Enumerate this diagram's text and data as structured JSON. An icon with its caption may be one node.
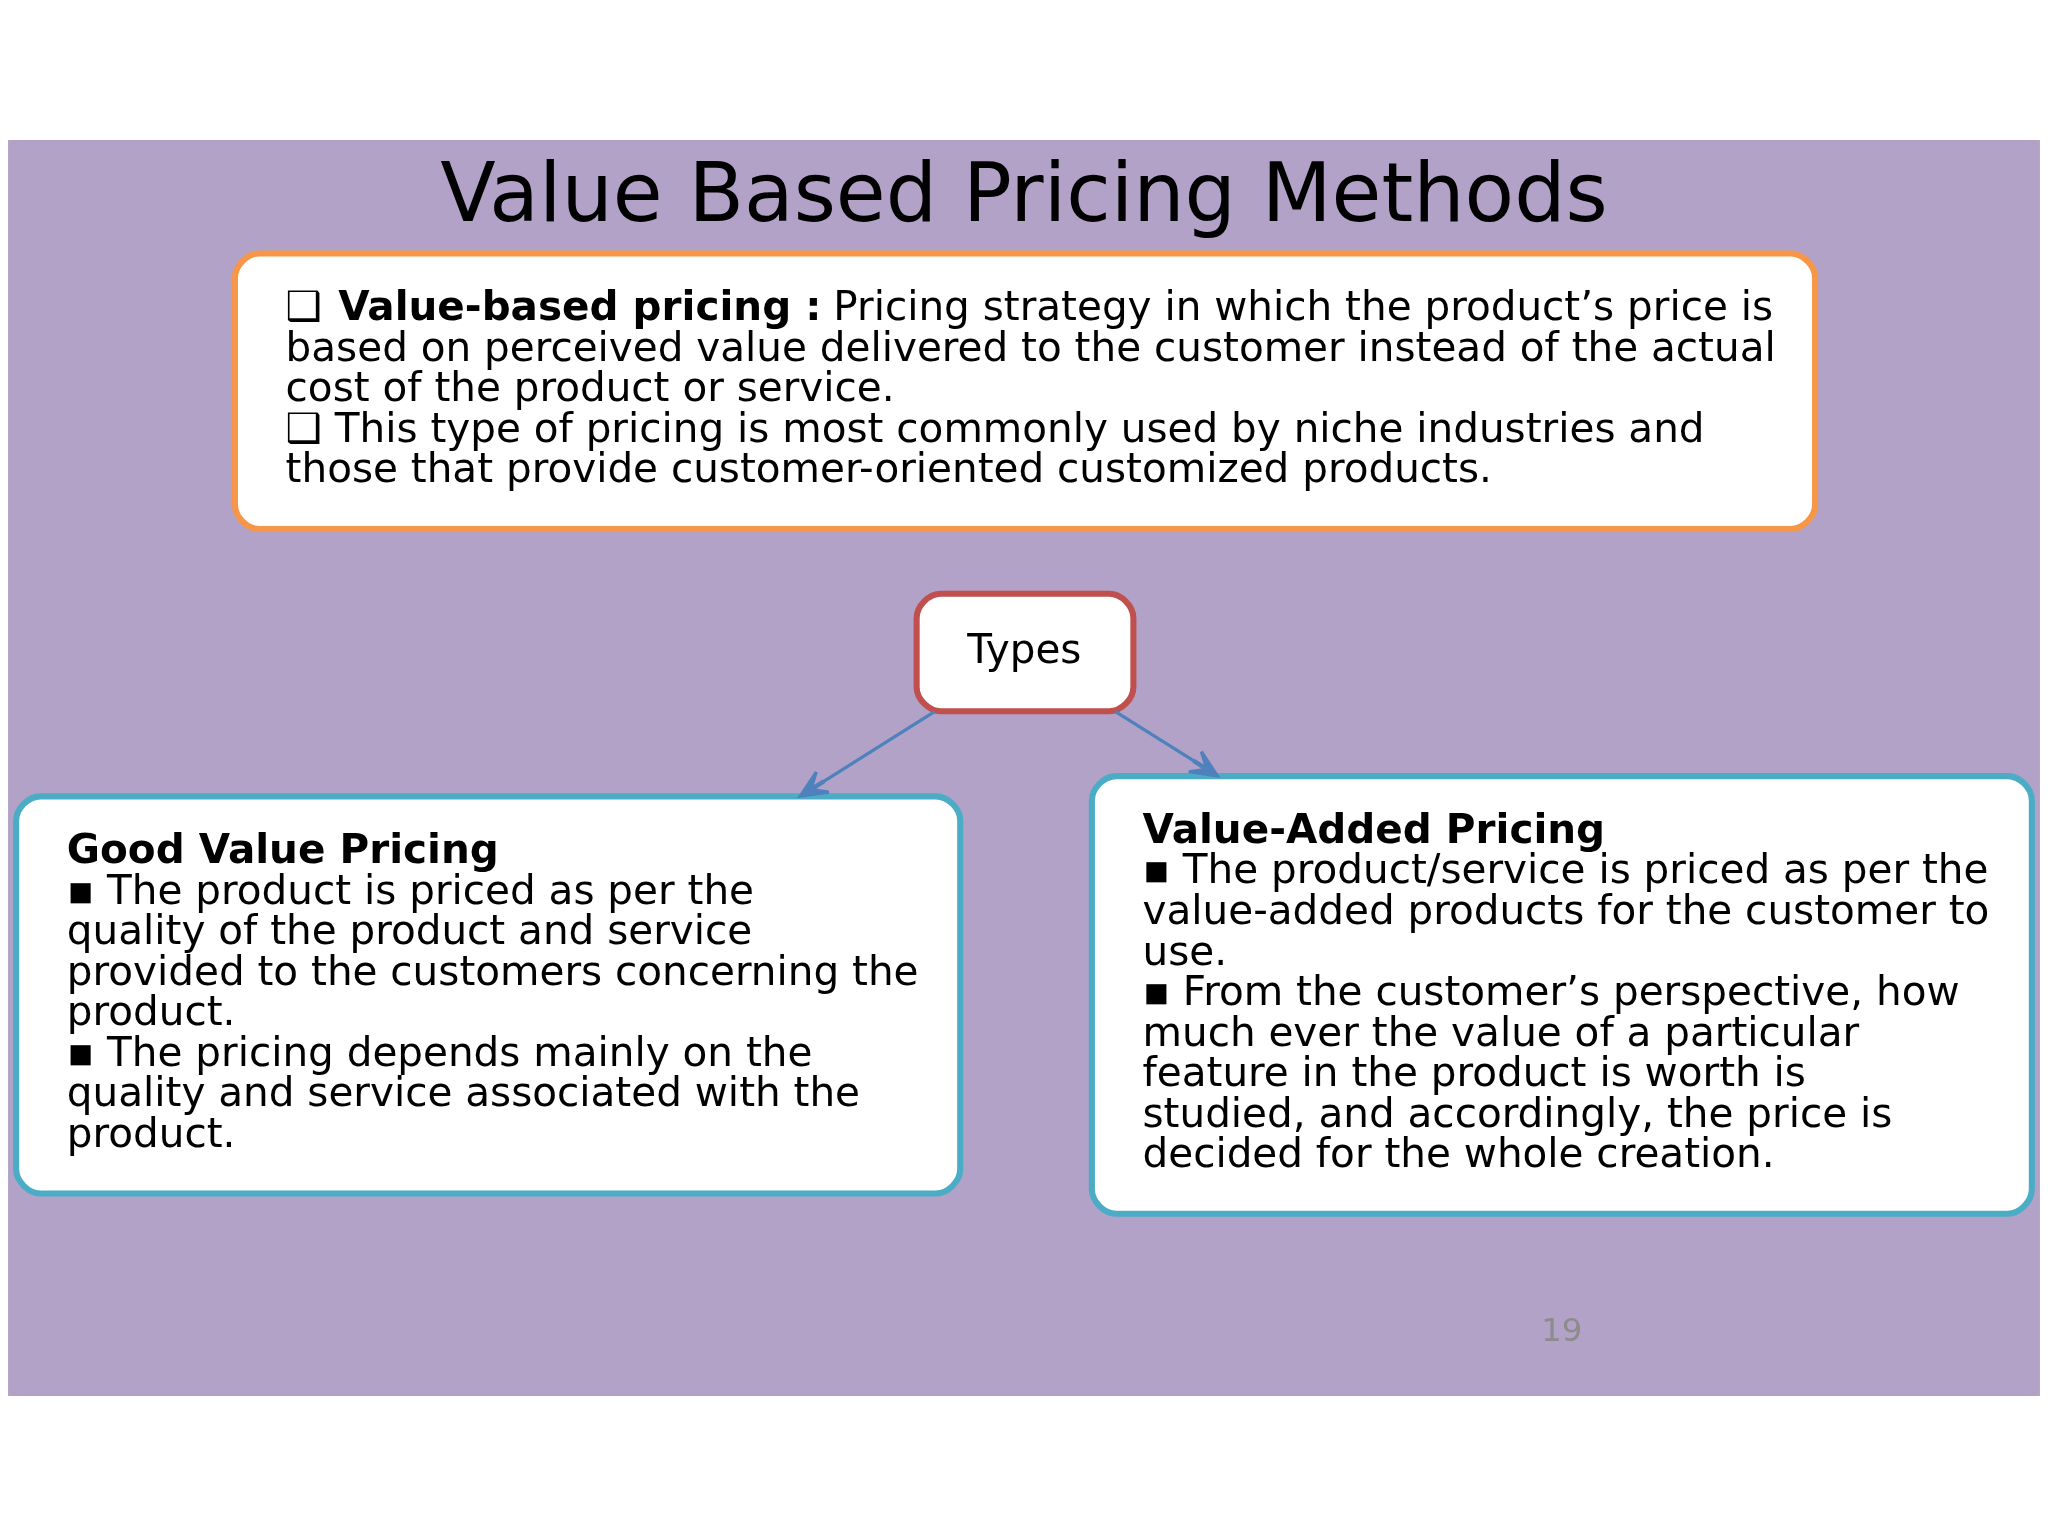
{
  "diagram": {
    "title": "Value Based Pricing Methods",
    "nodes": [
      {
        "text": [
          "❑ **Value-based pricing :** Pricing strategy in which the product’s price is based on perceived value delivered to the customer instead of the actual cost of the product or service.",
          "❑ This type of pricing is most commonly used by niche industries and those that provide customer-oriented customized products."
        ]
      },
      {
        "text": [
          "Types"
        ]
      },
      {
        "text": [
          "Good Value Pricing",
          "▪ The product is priced as per the quality of the product and service provided to the customers concerning the product.",
          "▪ The pricing depends mainly on the quality and service associated with the product."
        ]
      },
      {
        "text": [
          "Value-Added Pricing",
          "▪ The product/service is priced as per the value-added products for the customer to use.",
          "▪ From the customer’s perspective, how much ever the value of a particular feature in the product is worth is studied, and accordingly, the price is decided for the whole creation."
        ]
      }
    ],
    "edges": [
      {
        "from": 1,
        "to": 2,
        "arrow": "to"
      },
      {
        "from": 1,
        "to": 3,
        "arrow": "to"
      }
    ],
    "labels": [
      "19"
    ]
  }
}
